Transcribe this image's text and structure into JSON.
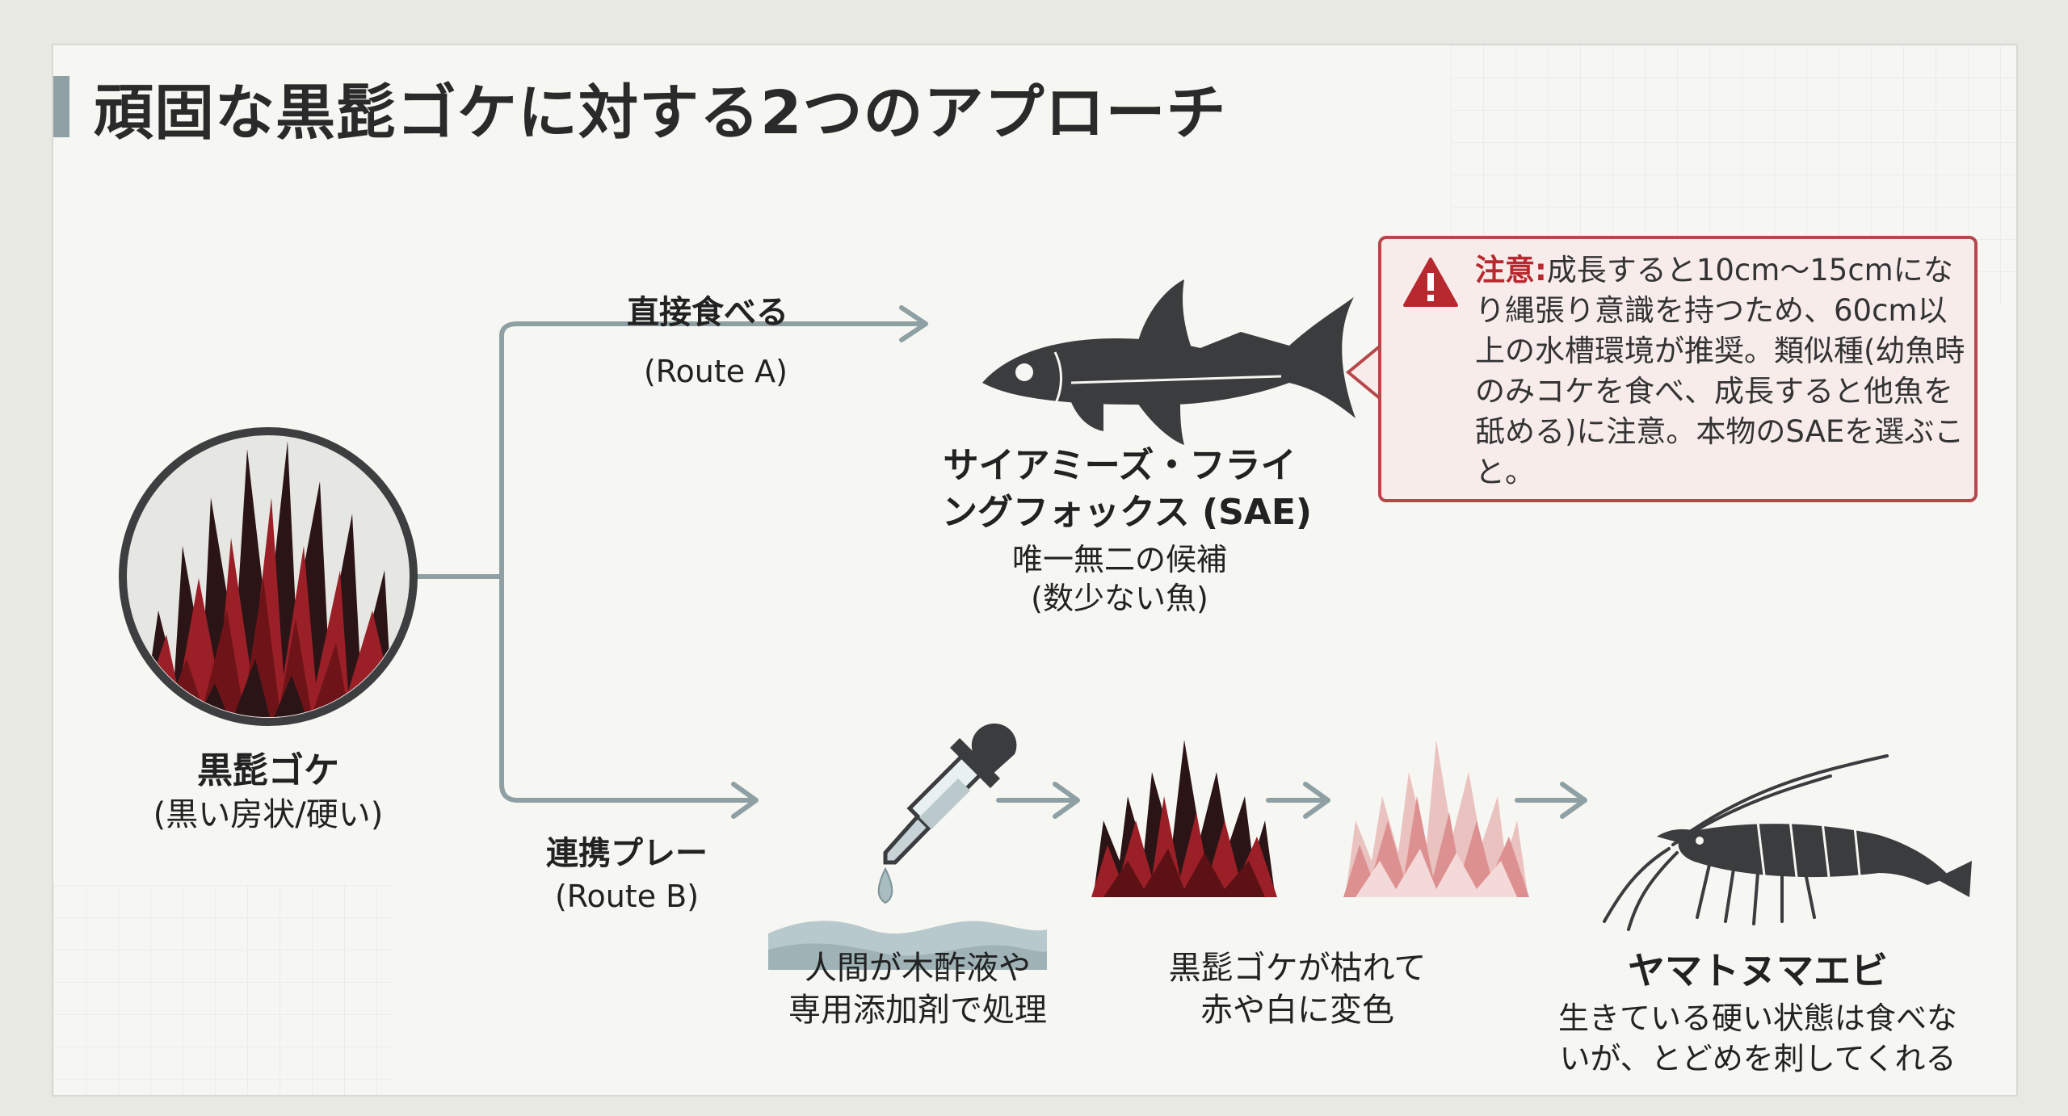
{
  "title": "頑固な黒髭ゴケに対する2つのアプローチ",
  "colors": {
    "accent_red": "#a8242b",
    "dark_gray": "#3a3c3e",
    "arrow": "#8fa0a4",
    "warning_border": "#b8474b"
  },
  "source": {
    "name": "黒髭ゴケ",
    "desc": "(黒い房状/硬い)"
  },
  "route_a": {
    "label": "直接食べる",
    "route": "(Route A)",
    "fish_name_line1": "サイアミーズ・フライ",
    "fish_name_line2": "ングフォックス (SAE)",
    "fish_desc_line1": "唯一無二の候補",
    "fish_desc_line2": "(数少ない魚)"
  },
  "warning": {
    "icon": "warning-triangle-icon",
    "label": "注意:",
    "text": "成長すると10cm〜15cmになり縄張り意識を持つため、60cm以上の水槽環境が推奨。類似種(幼魚時のみコケを食べ、成長すると他魚を舐める)に注意。本物のSAEを選ぶこと。"
  },
  "route_b": {
    "label": "連携プレー",
    "route": "(Route B)",
    "step1_line1": "人間が木酢液や",
    "step1_line2": "専用添加剤で処理",
    "step2_line1": "黒髭ゴケが枯れて",
    "step2_line2": "赤や白に変色",
    "shrimp_name": "ヤマトヌマエビ",
    "shrimp_desc_line1": "生きている硬い状態は食べな",
    "shrimp_desc_line2": "いが、とどめを刺してくれる"
  }
}
